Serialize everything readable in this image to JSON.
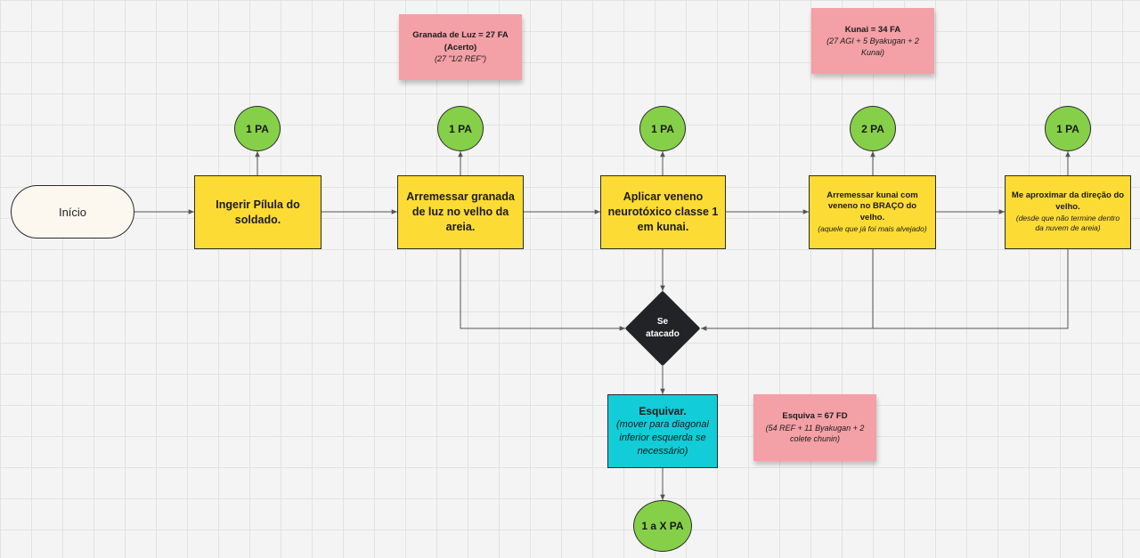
{
  "nodes": {
    "start": "Início",
    "step1": "Ingerir Pílula do soldado.",
    "step2": "Arremessar granada de luz no velho da areia.",
    "step3": "Aplicar veneno neurotóxico classe 1 em kunai.",
    "step4": {
      "title": "Arremessar kunai com veneno no BRAÇO do velho.",
      "sub": "(aquele que já foi mais alvejado)"
    },
    "step5": {
      "title": "Me aproximar da direção do velho.",
      "sub": "(desde que não termine dentro da nuvem de areia)"
    },
    "decision": {
      "line1": "Se",
      "line2": "atacado"
    },
    "dodge": {
      "title": "Esquivar.",
      "sub": "(mover para diagonal inferior esquerda se necessário)"
    }
  },
  "costs": {
    "step1": "1 PA",
    "step2": "1 PA",
    "step3": "1 PA",
    "step4": "2 PA",
    "step5": "1 PA",
    "dodge": "1 a X PA"
  },
  "notes": {
    "grenade": {
      "title": "Granada de Luz = 27 FA",
      "line2": "(Acerto)",
      "sub": "(27 \"1/2 REF\")"
    },
    "kunai": {
      "title": "Kunai = 34 FA",
      "sub": "(27 AGI + 5 Byakugan + 2 Kunai)"
    },
    "dodge": {
      "title": "Esquiva = 67 FD",
      "sub": "(54 REF + 11 Byakugan + 2 colete chunin)"
    }
  },
  "colors": {
    "process": "#fddb35",
    "cost": "#86d049",
    "decision": "#222326",
    "dodge": "#12ccd7",
    "note": "#f3a0a6",
    "terminal": "#fdf8ef",
    "connector": "#555555"
  }
}
